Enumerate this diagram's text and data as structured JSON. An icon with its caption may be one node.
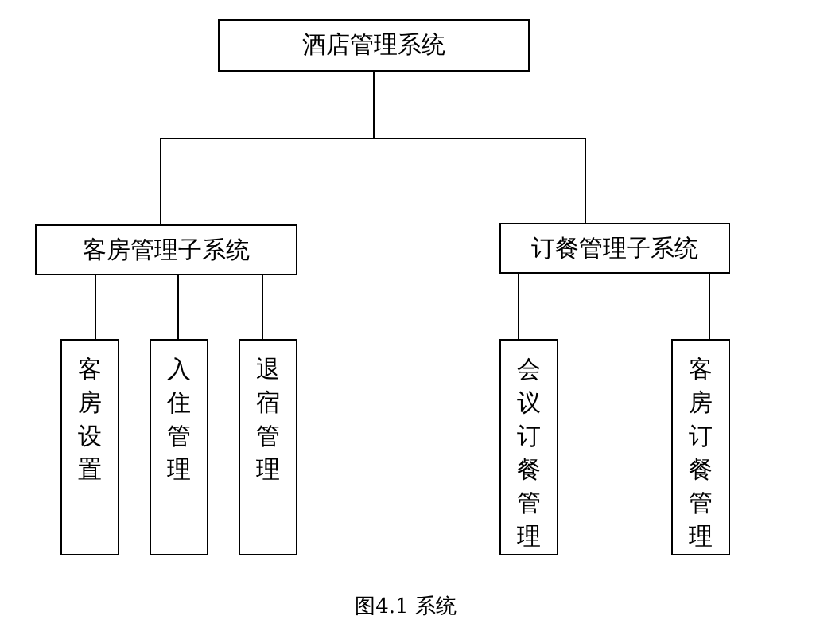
{
  "diagram": {
    "caption": "图4.1 系统",
    "nodes": [
      {
        "text": [
          "酒店管理系统"
        ]
      },
      {
        "text": [
          "客房管理子系统"
        ]
      },
      {
        "text": [
          "订餐管理子系统"
        ]
      },
      {
        "text": [
          "客房设置"
        ]
      },
      {
        "text": [
          "入住管理"
        ]
      },
      {
        "text": [
          "退宿管理"
        ]
      },
      {
        "text": [
          "会议订餐管理"
        ]
      },
      {
        "text": [
          "客房订餐管理"
        ]
      }
    ],
    "edges": [
      {
        "from": 0,
        "to": 1,
        "arrow": "none"
      },
      {
        "from": 0,
        "to": 2,
        "arrow": "none"
      },
      {
        "from": 1,
        "to": 3,
        "arrow": "none"
      },
      {
        "from": 1,
        "to": 4,
        "arrow": "none"
      },
      {
        "from": 1,
        "to": 5,
        "arrow": "none"
      },
      {
        "from": 2,
        "to": 6,
        "arrow": "none"
      },
      {
        "from": 2,
        "to": 7,
        "arrow": "none"
      }
    ]
  }
}
